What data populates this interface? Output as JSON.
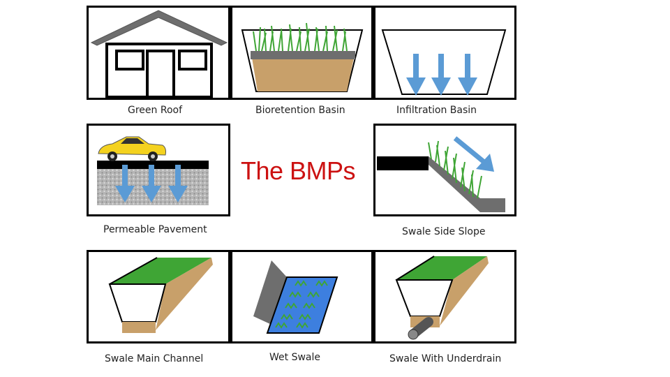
{
  "heading": "The BMPs",
  "bmps": [
    {
      "label": "Green Roof"
    },
    {
      "label": "Bioretention Basin"
    },
    {
      "label": "Infiltration Basin"
    },
    {
      "label": "Permeable Pavement"
    },
    {
      "label": "Swale Side Slope"
    },
    {
      "label": "Swale Main Channel"
    },
    {
      "label": "Wet Swale"
    },
    {
      "label": "Swale With Underdrain"
    }
  ],
  "colors": {
    "water_arrow": "#5b9bd5",
    "grass": "#3fa535",
    "soil": "#c8a06a",
    "roof": "#6e6e6e",
    "water": "#3d7fdf",
    "heading": "#cc1111"
  },
  "icons": [
    "house-icon",
    "car-icon",
    "pipe-icon"
  ]
}
